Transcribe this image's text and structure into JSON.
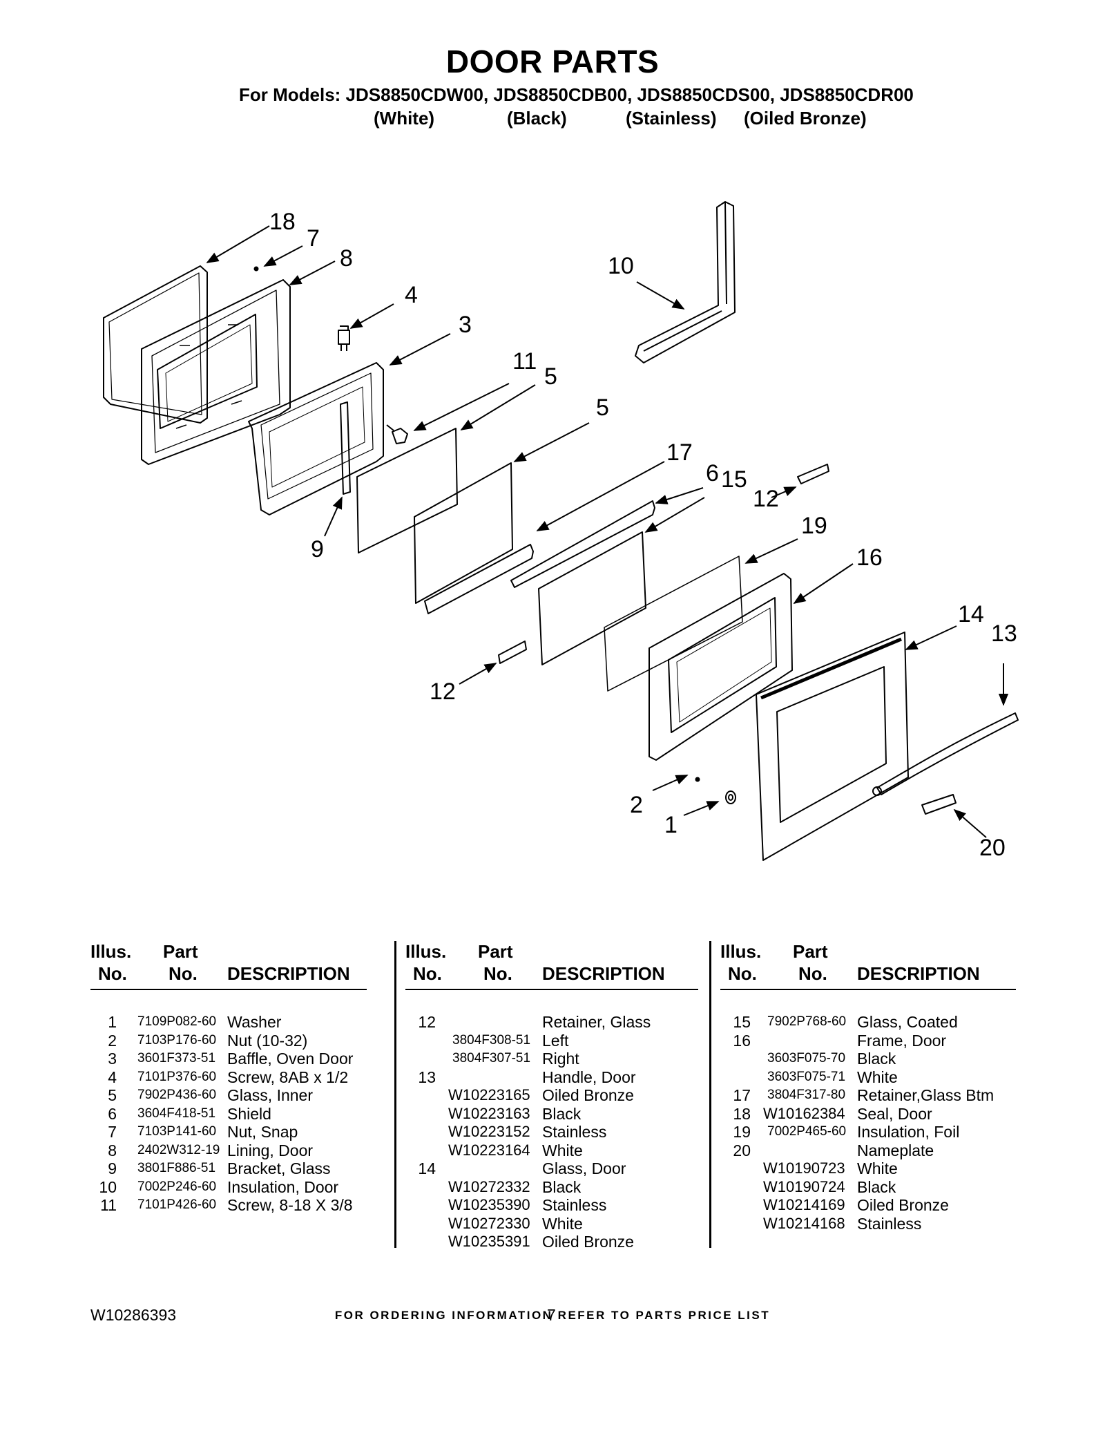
{
  "header": {
    "title": "DOOR PARTS",
    "models_line": "For Models: JDS8850CDW00, JDS8850CDB00, JDS8850CDS00, JDS8850CDR00",
    "finishes": [
      "(White)",
      "(Black)",
      "(Stainless)",
      "(Oiled Bronze)"
    ]
  },
  "diagram": {
    "callouts": [
      "18",
      "7",
      "8",
      "4",
      "3",
      "11",
      "5",
      "5",
      "10",
      "17",
      "6",
      "15",
      "12",
      "19",
      "16",
      "14",
      "13",
      "12",
      "9",
      "2",
      "1",
      "20"
    ]
  },
  "table": {
    "headers": {
      "illus": "Illus.",
      "no": "No.",
      "part": "Part",
      "part_no": "No.",
      "description": "DESCRIPTION"
    },
    "columns": [
      [
        {
          "no": "1",
          "part": "7109P082-60",
          "desc": "Washer"
        },
        {
          "no": "2",
          "part": "7103P176-60",
          "desc": "Nut (10-32)"
        },
        {
          "no": "3",
          "part": "3601F373-51",
          "desc": "Baffle, Oven Door"
        },
        {
          "no": "4",
          "part": "7101P376-60",
          "desc": "Screw, 8AB x 1/2"
        },
        {
          "no": "5",
          "part": "7902P436-60",
          "desc": "Glass, Inner"
        },
        {
          "no": "6",
          "part": "3604F418-51",
          "desc": "Shield"
        },
        {
          "no": "7",
          "part": "7103P141-60",
          "desc": "Nut, Snap"
        },
        {
          "no": "8",
          "part": "2402W312-19",
          "desc": "Lining, Door"
        },
        {
          "no": "9",
          "part": "3801F886-51",
          "desc": "Bracket, Glass"
        },
        {
          "no": "10",
          "part": "7002P246-60",
          "desc": "Insulation, Door"
        },
        {
          "no": "11",
          "part": "7101P426-60",
          "desc": "Screw, 8-18 X 3/8"
        }
      ],
      [
        {
          "no": "12",
          "part": "",
          "desc": "Retainer, Glass"
        },
        {
          "no": "",
          "part": "3804F308-51",
          "desc": "Left"
        },
        {
          "no": "",
          "part": "3804F307-51",
          "desc": "Right"
        },
        {
          "no": "13",
          "part": "",
          "desc": "Handle, Door"
        },
        {
          "no": "",
          "part": "W10223165",
          "desc": "Oiled Bronze"
        },
        {
          "no": "",
          "part": "W10223163",
          "desc": "Black"
        },
        {
          "no": "",
          "part": "W10223152",
          "desc": "Stainless"
        },
        {
          "no": "",
          "part": "W10223164",
          "desc": "White"
        },
        {
          "no": "14",
          "part": "",
          "desc": "Glass, Door"
        },
        {
          "no": "",
          "part": "W10272332",
          "desc": "Black"
        },
        {
          "no": "",
          "part": "W10235390",
          "desc": "Stainless"
        },
        {
          "no": "",
          "part": "W10272330",
          "desc": "White"
        },
        {
          "no": "",
          "part": "W10235391",
          "desc": "Oiled Bronze"
        }
      ],
      [
        {
          "no": "15",
          "part": "7902P768-60",
          "desc": "Glass, Coated"
        },
        {
          "no": "16",
          "part": "",
          "desc": "Frame, Door"
        },
        {
          "no": "",
          "part": "3603F075-70",
          "desc": "Black"
        },
        {
          "no": "",
          "part": "3603F075-71",
          "desc": "White"
        },
        {
          "no": "17",
          "part": "3804F317-80",
          "desc": "Retainer,Glass Btm"
        },
        {
          "no": "18",
          "part": "W10162384",
          "desc": "Seal, Door"
        },
        {
          "no": "19",
          "part": "7002P465-60",
          "desc": "Insulation, Foil"
        },
        {
          "no": "20",
          "part": "",
          "desc": "Nameplate"
        },
        {
          "no": "",
          "part": "W10190723",
          "desc": "White"
        },
        {
          "no": "",
          "part": "W10190724",
          "desc": "Black"
        },
        {
          "no": "",
          "part": "W10214169",
          "desc": "Oiled Bronze"
        },
        {
          "no": "",
          "part": "W10214168",
          "desc": "Stainless"
        }
      ]
    ]
  },
  "footer": {
    "note": "FOR ORDERING INFORMATION REFER TO PARTS PRICE LIST",
    "doc_number": "W10286393",
    "page_number": "7"
  }
}
